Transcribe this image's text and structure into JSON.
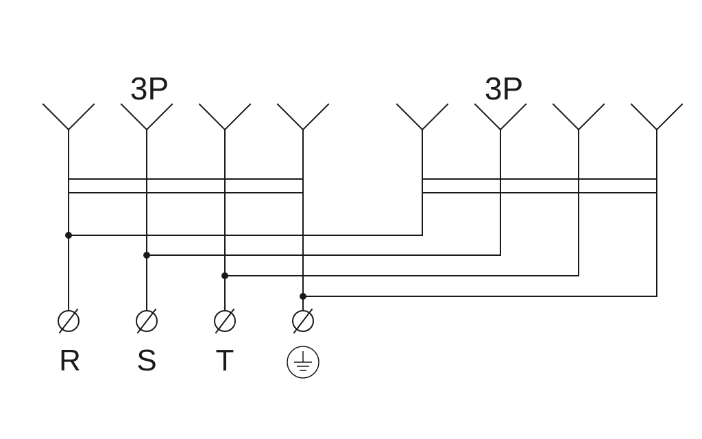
{
  "diagram": {
    "groups": [
      {
        "label": "3P"
      },
      {
        "label": "3P"
      }
    ],
    "terminals": [
      {
        "label": "R"
      },
      {
        "label": "S"
      },
      {
        "label": "T"
      },
      {
        "label": "",
        "icon": "ground-icon"
      }
    ],
    "colors": {
      "line": "#1a1a1a",
      "background": "#ffffff"
    }
  }
}
